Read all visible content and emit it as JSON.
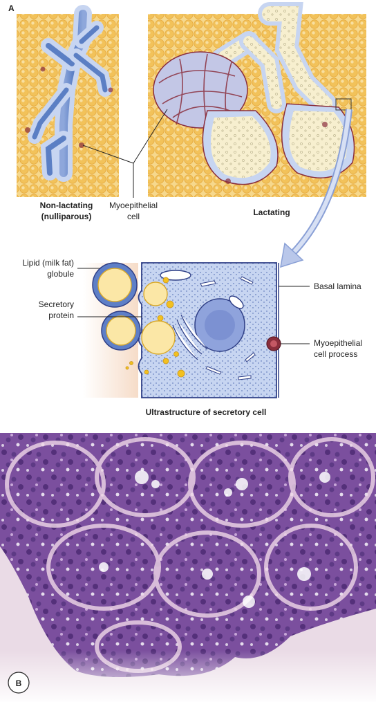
{
  "panel_a": {
    "letter": "A",
    "label_non_lactating_line1": "Non-lactating",
    "label_non_lactating_line2": "(nulliparous)",
    "label_myo_line1": "Myoepithelial",
    "label_myo_line2": "cell",
    "label_lactating": "Lactating"
  },
  "ultra": {
    "lipid_line1": "Lipid (milk fat)",
    "lipid_line2": "globule",
    "secretory_line1": "Secretory",
    "secretory_line2": "protein",
    "basal_lamina": "Basal lamina",
    "myo_process_line1": "Myoepithelial",
    "myo_process_line2": "cell process",
    "caption": "Ultrastructure of secretory cell"
  },
  "panel_b": {
    "letter": "B"
  },
  "colors": {
    "fat": "#f2c25a",
    "duct_blue": "#5b7fc4",
    "cell_blue": "#b8c8ec",
    "myo_red": "#8a2e3c",
    "histo_bg": "#e9d2e2",
    "histo_purple": "#6a3f8c"
  }
}
